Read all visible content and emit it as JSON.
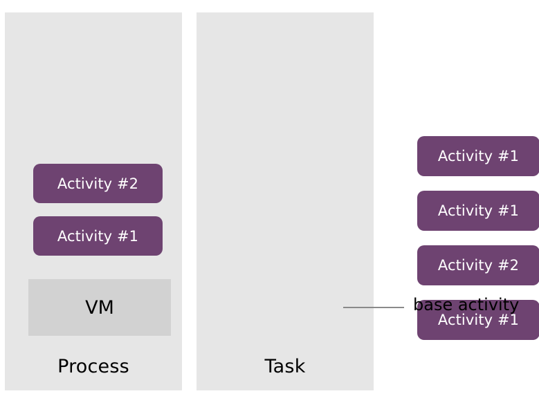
{
  "diagram": {
    "title_colors": {
      "panel_background": "#e6e6e6",
      "activity_purple": "#6e4371",
      "vm_gray": "#d2d2d2",
      "callout_line": "#8a8a8a",
      "text_dark": "#000000",
      "text_light": "#ffffff",
      "canvas_background": "#ffffff"
    },
    "panels": [
      {
        "id": "process",
        "label": "Process",
        "activities": [
          {
            "label": "Activity #2"
          },
          {
            "label": "Activity #1"
          }
        ],
        "vm": {
          "label": "VM"
        }
      },
      {
        "id": "task",
        "label": "Task",
        "activities": [
          {
            "label": "Activity #1"
          },
          {
            "label": "Activity #1"
          },
          {
            "label": "Activity #2"
          },
          {
            "label": "Activity #1"
          }
        ]
      }
    ],
    "callout": {
      "label": "base activity"
    }
  }
}
